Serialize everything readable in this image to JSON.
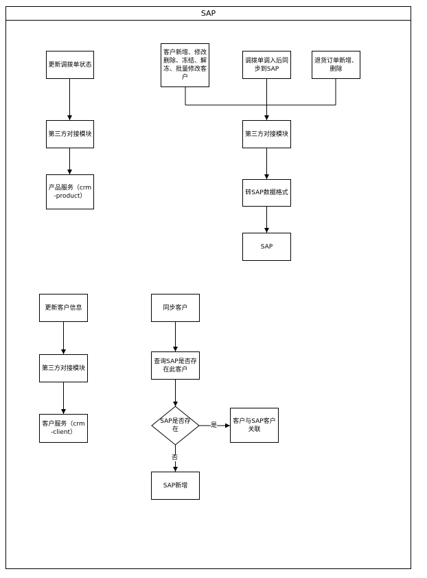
{
  "frame": {
    "title": "SAP"
  },
  "nodes": {
    "update_transfer_status": "更新调拨单状态",
    "third_party_1": "第三方对接模块",
    "product_service": "产品服务（crm-product）",
    "customer_ops": "客户新增、修改删除、冻结、解冻、批量修改客户",
    "transfer_in_sync": "调拨单调入后同步到SAP",
    "return_order": "退货订单新增、删除",
    "third_party_2": "第三方对接模块",
    "to_sap_format": "转SAP数据格式",
    "sap_target": "SAP",
    "update_customer_info": "更新客户信息",
    "third_party_3": "第三方对接模块",
    "customer_service": "客户服务（crm-client）",
    "sync_customer": "同步客户",
    "query_sap_customer": "查询SAP是否存在此客户",
    "sap_exists_decision": "SAP是否存在",
    "link_customer": "客户与SAP客户关联",
    "sap_add": "SAP新增"
  },
  "edge_labels": {
    "yes": "是",
    "no": "否"
  }
}
